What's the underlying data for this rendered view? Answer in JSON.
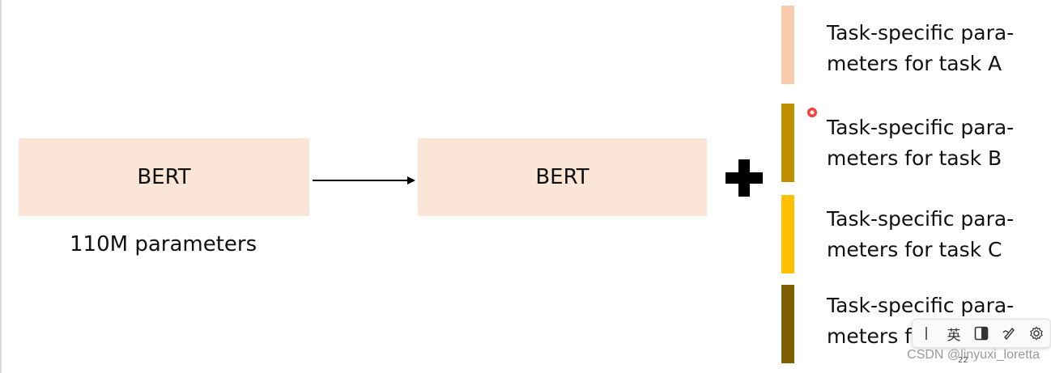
{
  "diagram": {
    "bert_left_label": "BERT",
    "bert_right_label": "BERT",
    "parameter_count": "110M parameters"
  },
  "tasks": [
    {
      "label": "Task-specific para-\nmeters for task A",
      "color": "#f8cbad"
    },
    {
      "label": "Task-specific para-\nmeters for task B",
      "color": "#bf8f00"
    },
    {
      "label": "Task-specific para-\nmeters for task C",
      "color": "#ffc000"
    },
    {
      "label": "Task-specific para-\nmeters f",
      "color": "#7f6000"
    }
  ],
  "colors": {
    "bert_box": "#fbe5d6"
  },
  "ime_toolbar": {
    "language_indicator": "英",
    "icons": [
      "grip-icon",
      "half-width-icon",
      "handwriting-icon",
      "settings-icon"
    ]
  },
  "slide_number": "22",
  "watermark": "CSDN @linyuxi_loretta"
}
